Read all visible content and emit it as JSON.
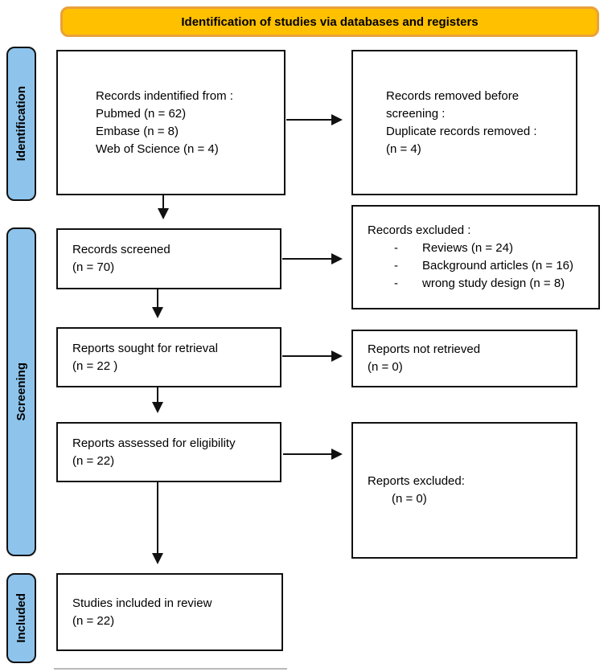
{
  "banner": {
    "label": "Identification of studies via databases and registers"
  },
  "colors": {
    "banner_fill": "#FFC000",
    "banner_border": "#E9A13B",
    "stage_fill": "#8EC4EC",
    "box_border": "#111111"
  },
  "stages": {
    "identification": "Identification",
    "screening": "Screening",
    "included": "Included"
  },
  "boxes": {
    "records_identified": {
      "lines": [
        "Records indentified from :",
        "Pubmed (n = 62)",
        "Embase (n = 8)",
        "Web of Science (n = 4)"
      ]
    },
    "records_removed": {
      "lines": [
        "Records removed before",
        "screening :",
        "Duplicate records removed :",
        "(n = 4)"
      ]
    },
    "records_screened": {
      "lines": [
        "Records screened",
        "(n = 70)"
      ]
    },
    "records_excluded": {
      "title": "Records excluded :",
      "bullet": "-",
      "items": [
        "Reviews (n = 24)",
        "Background articles (n = 16)",
        "wrong study design (n = 8)"
      ]
    },
    "reports_sought": {
      "lines": [
        "Reports sought for retrieval",
        "(n = 22 )"
      ]
    },
    "reports_not_retrieved": {
      "lines": [
        "Reports not retrieved",
        "(n = 0)"
      ]
    },
    "reports_assessed": {
      "lines": [
        "Reports assessed for eligibility",
        "(n = 22)"
      ]
    },
    "reports_excluded": {
      "lines": [
        "Reports excluded:",
        "(n = 0)"
      ]
    },
    "studies_included": {
      "lines": [
        "Studies included in review",
        "(n = 22)"
      ]
    }
  }
}
